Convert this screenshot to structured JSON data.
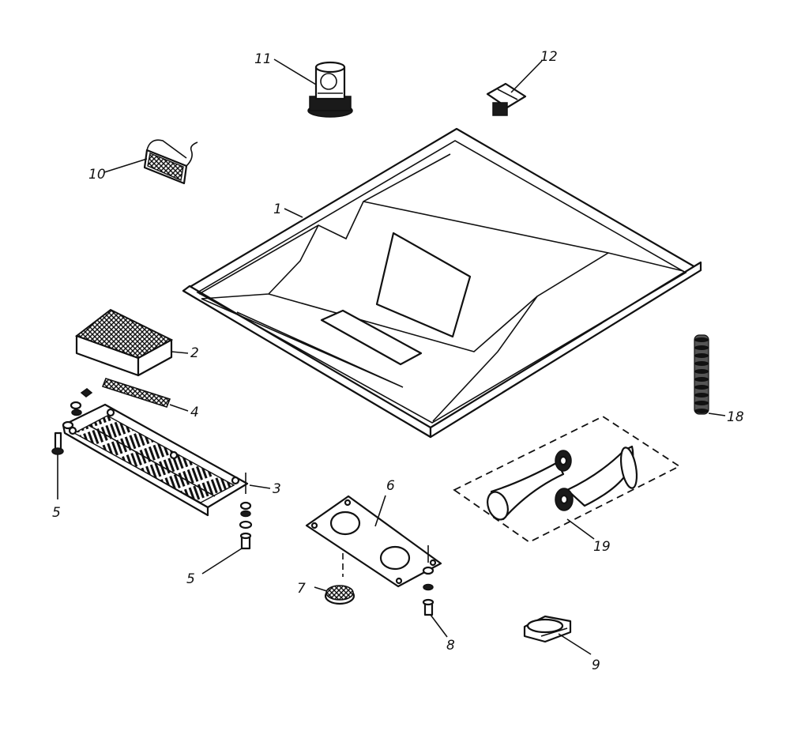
{
  "callouts": {
    "c1": "1",
    "c2": "2",
    "c3": "3",
    "c4": "4",
    "c5a": "5",
    "c5b": "5",
    "c6": "6",
    "c7": "7",
    "c8": "8",
    "c9": "9",
    "c10": "10",
    "c11": "11",
    "c12": "12",
    "c18": "18",
    "c19": "19"
  }
}
